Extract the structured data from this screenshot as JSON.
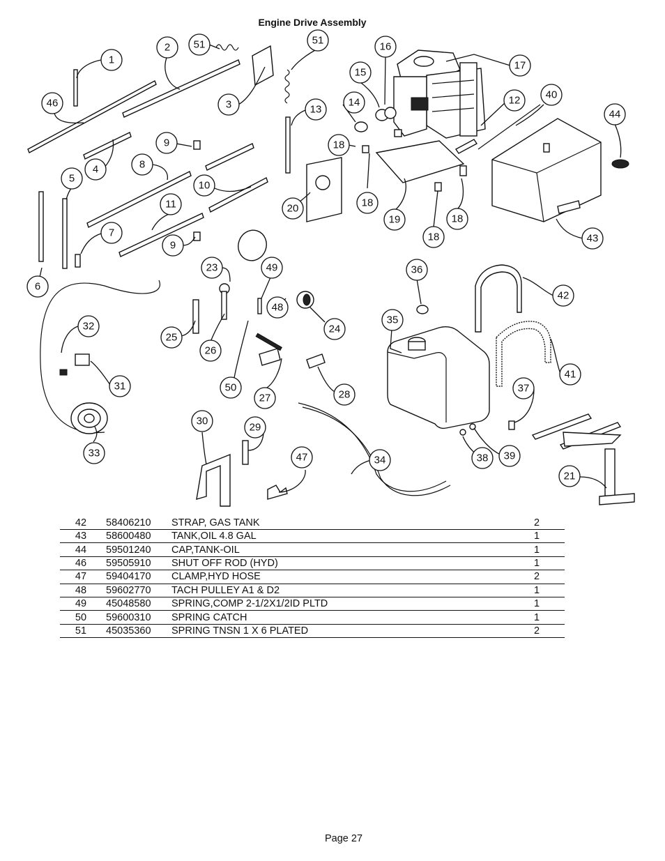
{
  "title": "Engine Drive Assembly",
  "diagram": {
    "callouts": [
      "1",
      "2",
      "51",
      "3",
      "51",
      "46",
      "13",
      "16",
      "15",
      "14",
      "17",
      "12",
      "40",
      "44",
      "18",
      "9",
      "4",
      "8",
      "5",
      "10",
      "20",
      "18",
      "19",
      "18",
      "18",
      "43",
      "11",
      "7",
      "9",
      "6",
      "23",
      "49",
      "48",
      "36",
      "42",
      "24",
      "35",
      "32",
      "25",
      "26",
      "31",
      "50",
      "27",
      "28",
      "41",
      "37",
      "30",
      "29",
      "47",
      "34",
      "38",
      "39",
      "21",
      "33"
    ]
  },
  "parts_table": {
    "rows": [
      {
        "num": "42",
        "part": "58406210",
        "desc": "STRAP, GAS TANK",
        "qty": "2"
      },
      {
        "num": "43",
        "part": "58600480",
        "desc": "TANK,OIL 4.8 GAL",
        "qty": "1"
      },
      {
        "num": "44",
        "part": "59501240",
        "desc": "CAP,TANK-OIL",
        "qty": "1"
      },
      {
        "num": "46",
        "part": "59505910",
        "desc": "SHUT OFF ROD (HYD)",
        "qty": "1"
      },
      {
        "num": "47",
        "part": "59404170",
        "desc": "CLAMP,HYD HOSE",
        "qty": "2"
      },
      {
        "num": "48",
        "part": "59602770",
        "desc": "TACH PULLEY A1 & D2",
        "qty": "1"
      },
      {
        "num": "49",
        "part": "45048580",
        "desc": "SPRING,COMP 2-1/2X1/2ID PLTD",
        "qty": "1"
      },
      {
        "num": "50",
        "part": "59600310",
        "desc": "SPRING CATCH",
        "qty": "1"
      },
      {
        "num": "51",
        "part": "45035360",
        "desc": "SPRING TNSN 1 X 6 PLATED",
        "qty": "2"
      }
    ]
  },
  "footer": {
    "page_label": "Page 27"
  }
}
